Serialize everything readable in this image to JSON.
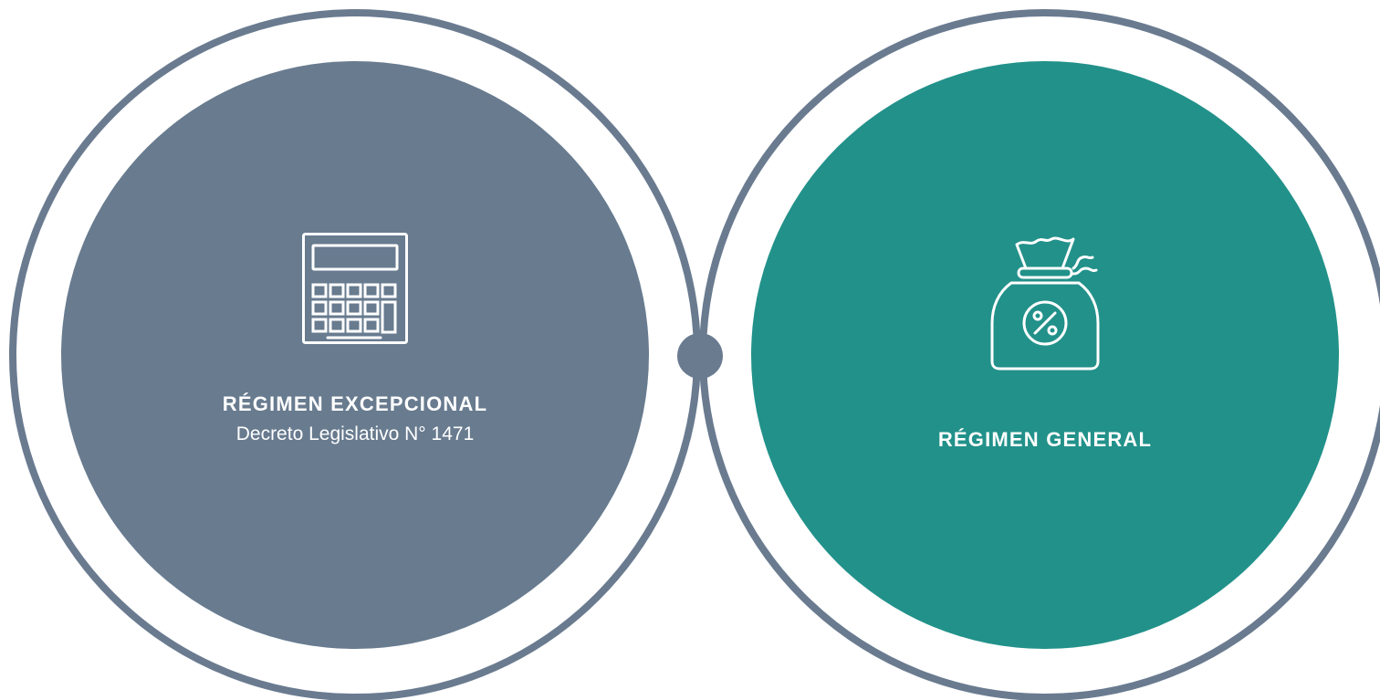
{
  "colors": {
    "ring": "#6a7b90",
    "left_fill": "#687b8f",
    "right_fill": "#22918a",
    "text": "#ffffff"
  },
  "cards": [
    {
      "title": "RÉGIMEN EXCEPCIONAL",
      "subtitle": "Decreto Legislativo N° 1471",
      "icon": "calculator-icon"
    },
    {
      "title": "RÉGIMEN GENERAL",
      "icon": "money-bag-percent-icon"
    }
  ]
}
